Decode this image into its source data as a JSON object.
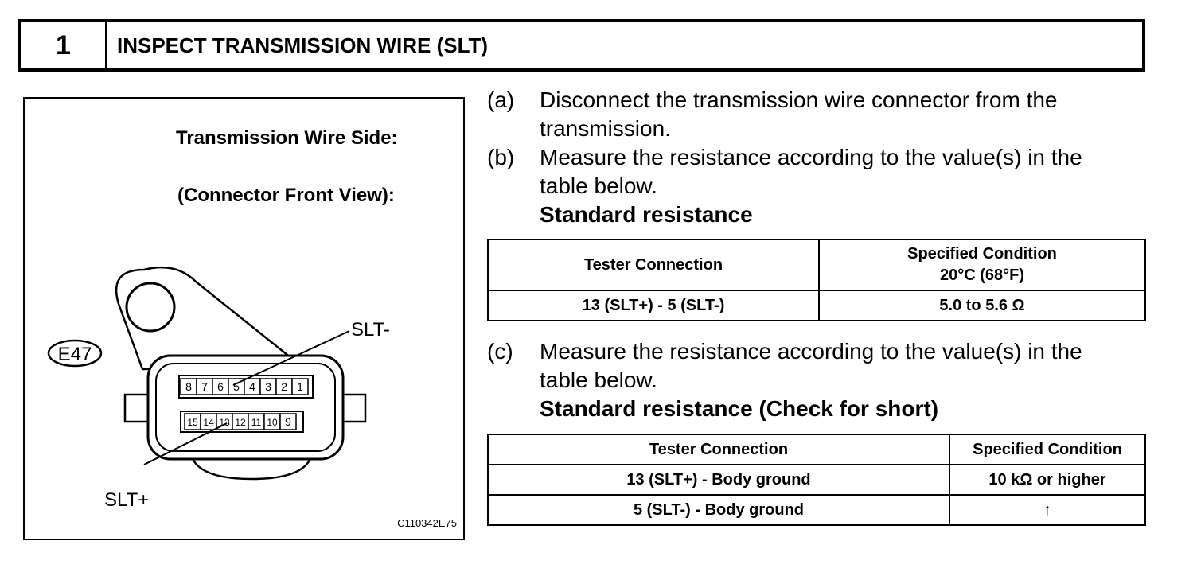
{
  "header": {
    "step_number": "1",
    "title": "INSPECT TRANSMISSION WIRE (SLT)"
  },
  "figure": {
    "caption_line1": "Transmission Wire Side:",
    "caption_line2": "(Connector Front View):",
    "connector_id": "E47",
    "label_slt_minus": "SLT-",
    "label_slt_plus": "SLT+",
    "top_row_pins": [
      "8",
      "7",
      "6",
      "5",
      "4",
      "3",
      "2",
      "1"
    ],
    "bottom_row_pins": [
      "15",
      "14",
      "13",
      "12",
      "11",
      "10",
      "9"
    ],
    "figure_code": "C110342E75"
  },
  "instructions": {
    "a_label": "(a)",
    "a_line1": "Disconnect the transmission wire connector from the",
    "a_line2": "transmission.",
    "b_label": "(b)",
    "b_line1": "Measure the resistance according to the value(s) in the",
    "b_line2": "table below.",
    "b_subhead": "Standard resistance",
    "c_label": "(c)",
    "c_line1": "Measure the resistance according to the value(s) in the",
    "c_line2": "table below.",
    "c_subhead": "Standard resistance (Check for short)"
  },
  "table1": {
    "col1_header": "Tester Connection",
    "col2_header_line1": "Specified Condition",
    "col2_header_line2": "20°C (68°F)",
    "row1_connection": "13 (SLT+) - 5 (SLT-)",
    "row1_condition": "5.0 to 5.6 Ω"
  },
  "table2": {
    "col1_header": "Tester Connection",
    "col2_header": "Specified Condition",
    "rows": [
      {
        "connection": "13 (SLT+) - Body ground",
        "condition": "10 kΩ or higher"
      },
      {
        "connection": "5 (SLT-) - Body ground",
        "condition": "↑"
      }
    ]
  }
}
